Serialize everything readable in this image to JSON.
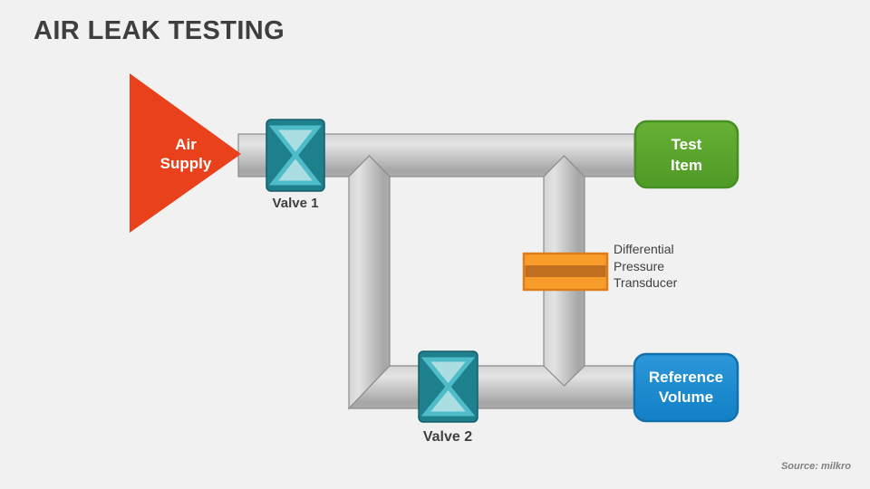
{
  "slide": {
    "title": "AIR LEAK TESTING",
    "source": "Source: milkro"
  },
  "nodes": {
    "air_supply": {
      "label": "Air Supply"
    },
    "valve1": {
      "label": "Valve 1"
    },
    "valve2": {
      "label": "Valve 2"
    },
    "test_item": {
      "label": "Test Item"
    },
    "reference_volume": {
      "label": "Reference Volume"
    },
    "transducer": {
      "label": "Differential Pressure Transducer"
    }
  },
  "colors": {
    "background": "#F1F1F2",
    "title_text": "#3E3E3E",
    "label_text": "#3F3F3F",
    "source_text": "#7F7F7F",
    "air_supply_fill": "#E8411C",
    "test_item_fill": "#5BA72D",
    "test_item_border": "#449022",
    "reference_volume_fill": "#1A8CD2",
    "reference_volume_border": "#1171AC",
    "transducer_fill": "#F89C2A",
    "transducer_band": "#C06E20",
    "transducer_border": "#DD7B1D",
    "valve_frame": "#1E7F8D",
    "valve_glass_stroke": "#4FBCC9",
    "valve_glass_fill": "#AADEE3",
    "pipe_light": "#E3E3E3",
    "pipe_dark": "#A7A7A7",
    "pipe_stroke": "#8B8B8B"
  }
}
